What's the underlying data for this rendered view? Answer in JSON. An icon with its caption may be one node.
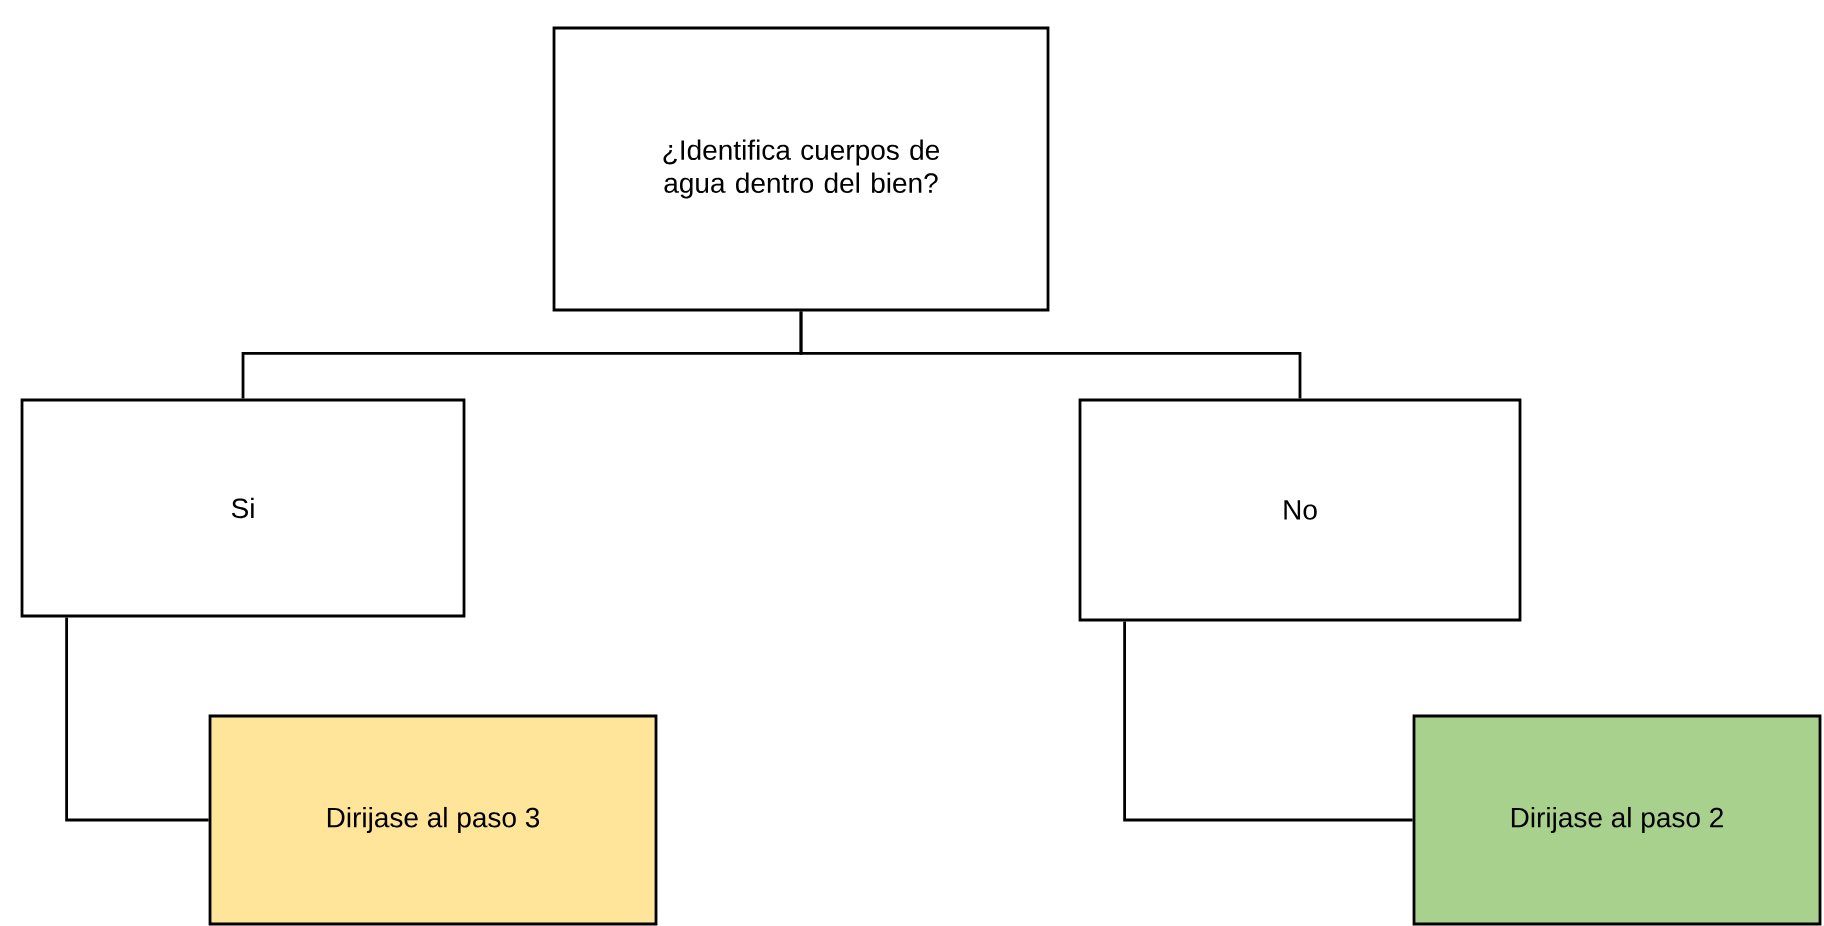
{
  "diagram": {
    "nodes": [
      {
        "text": [
          "¿Identifica cuerpos de agua dentro del bien?"
        ]
      },
      {
        "text": [
          "Si"
        ]
      },
      {
        "text": [
          "No"
        ]
      },
      {
        "text": [
          "Dirijase al paso 3"
        ]
      },
      {
        "text": [
          "Dirijase al paso 2"
        ]
      }
    ],
    "edges": [
      {
        "from": 0,
        "to": 1,
        "arrow": "none"
      },
      {
        "from": 0,
        "to": 2,
        "arrow": "none"
      },
      {
        "from": 1,
        "to": 3,
        "arrow": "none"
      },
      {
        "from": 2,
        "to": 4,
        "arrow": "none"
      }
    ]
  }
}
